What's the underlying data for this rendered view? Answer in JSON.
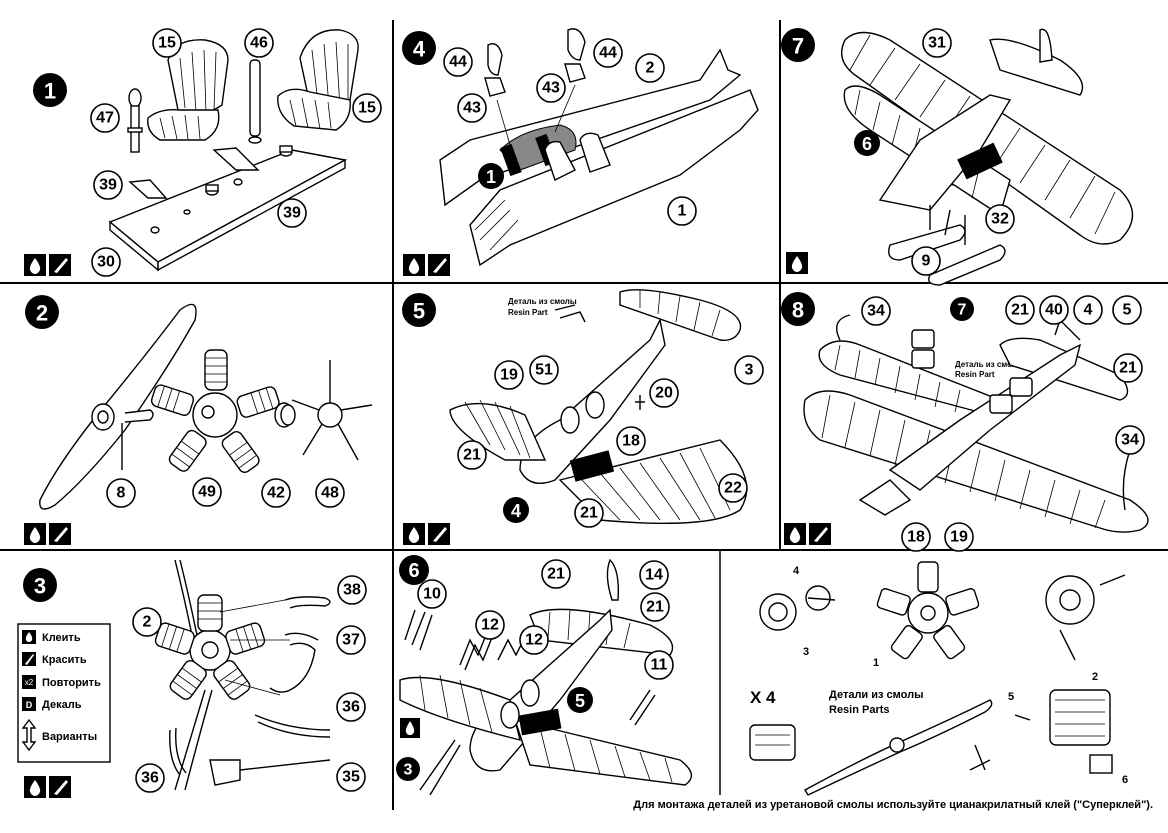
{
  "steps": {
    "s1": {
      "label": "1",
      "parts": [
        "15",
        "46",
        "15",
        "47",
        "39",
        "39",
        "30"
      ]
    },
    "s2": {
      "label": "2",
      "parts": [
        "8",
        "49",
        "42",
        "48"
      ]
    },
    "s3": {
      "label": "3",
      "parts": [
        "2",
        "38",
        "37",
        "36",
        "36",
        "35"
      ]
    },
    "s4": {
      "label": "4",
      "parts": [
        "44",
        "44",
        "2",
        "43",
        "43",
        "1",
        "1"
      ]
    },
    "s5": {
      "label": "5",
      "parts": [
        "3",
        "19",
        "51",
        "20",
        "18",
        "21",
        "22",
        "21",
        "4"
      ]
    },
    "s6": {
      "label": "6",
      "parts": [
        "10",
        "12",
        "12",
        "21",
        "14",
        "21",
        "11",
        "5",
        "3"
      ]
    },
    "s7": {
      "label": "7",
      "parts": [
        "31",
        "6",
        "32",
        "9"
      ]
    },
    "s8": {
      "label": "8",
      "parts": [
        "34",
        "7",
        "21",
        "40",
        "4",
        "5",
        "21",
        "34",
        "18",
        "19"
      ]
    }
  },
  "resin_note_small": {
    "line1": "Деталь из смолы",
    "line2": "Resin Part"
  },
  "resin_note_mid": {
    "line1": "Деталь из смолы",
    "line2": "Resin Part"
  },
  "resin_box": {
    "count": "X 4",
    "line1": "Детали из смолы",
    "line2": "Resin Parts",
    "labels": [
      "4",
      "3",
      "1",
      "2",
      "5",
      "6"
    ]
  },
  "legend": {
    "glue": "Клеить",
    "paint": "Красить",
    "repeat": "Повторить",
    "repeat_icon": "x2",
    "decal": "Декаль",
    "decal_icon": "D",
    "variants": "Варианты"
  },
  "footer": "Для монтажа деталей из уретановой смолы используйте цианакрилатный клей (\"Суперклей\")."
}
